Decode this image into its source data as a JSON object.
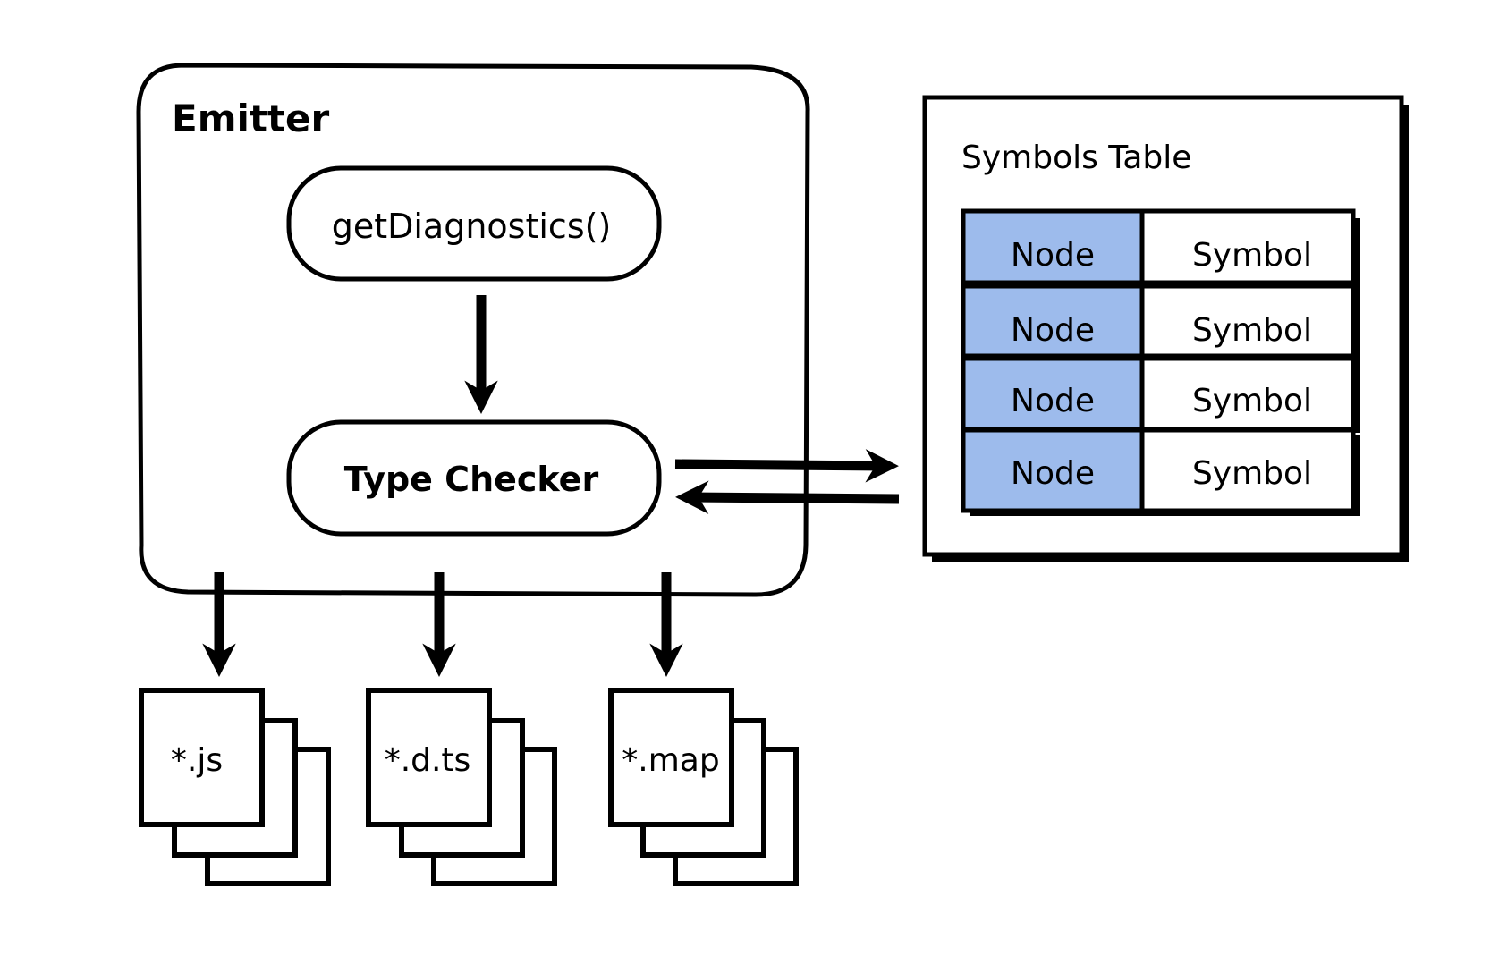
{
  "emitter": {
    "title": "Emitter",
    "get_diagnostics_label": "getDiagnostics()",
    "type_checker_label": "Type Checker"
  },
  "symbols_table": {
    "title": "Symbols Table",
    "rows": [
      {
        "node": "Node",
        "symbol": "Symbol"
      },
      {
        "node": "Node",
        "symbol": "Symbol"
      },
      {
        "node": "Node",
        "symbol": "Symbol"
      },
      {
        "node": "Node",
        "symbol": "Symbol"
      }
    ]
  },
  "outputs": [
    {
      "label": "*.js"
    },
    {
      "label": "*.d.ts"
    },
    {
      "label": "*.map"
    }
  ],
  "colors": {
    "stroke": "#000000",
    "node_fill": "#9dbbec",
    "background": "#ffffff"
  }
}
